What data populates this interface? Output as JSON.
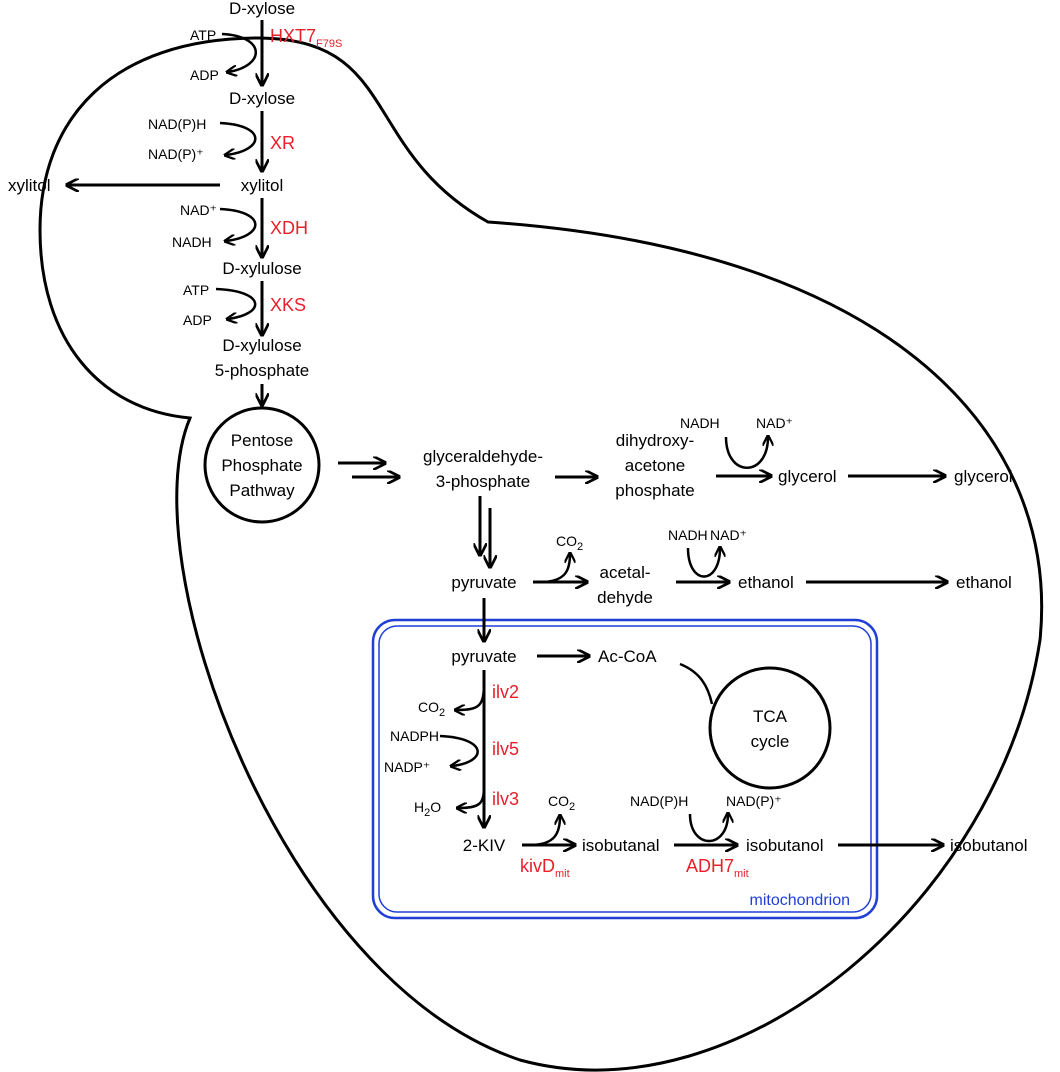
{
  "colors": {
    "enzyme": "#e8202a",
    "mitochondrion": "#1f3fd6",
    "ink": "#000000"
  },
  "metabolites": {
    "d_xylose_ext": "D-xylose",
    "d_xylose": "D-xylose",
    "xylitol": "xylitol",
    "xylitol_ext": "xylitol",
    "d_xylulose": "D-xylulose",
    "d_xylulose_5p_line1": "D-xylulose",
    "d_xylulose_5p_line2": "5-phosphate",
    "ppp_line1": "Pentose",
    "ppp_line2": "Phosphate",
    "ppp_line3": "Pathway",
    "g3p_line1": "glyceraldehyde-",
    "g3p_line2": "3-phosphate",
    "dhap_line1": "dihydroxy-",
    "dhap_line2": "acetone",
    "dhap_line3": "phosphate",
    "glycerol": "glycerol",
    "glycerol_ext": "glycerol",
    "pyruvate": "pyruvate",
    "acetaldehyde_line1": "acetal-",
    "acetaldehyde_line2": "dehyde",
    "ethanol": "ethanol",
    "ethanol_ext": "ethanol",
    "pyruvate_mito": "pyruvate",
    "ac_coa": "Ac-CoA",
    "tca_line1": "TCA",
    "tca_line2": "cycle",
    "kiv": "2-KIV",
    "isobutanal": "isobutanal",
    "isobutanol": "isobutanol",
    "isobutanol_ext": "isobutanol"
  },
  "cofactors": {
    "atp1": "ATP",
    "adp1": "ADP",
    "nadph_xr": "NAD(P)H",
    "nadp_xr": "NAD(P)⁺",
    "nad_xdh": "NAD⁺",
    "nadh_xdh": "NADH",
    "atp2": "ATP",
    "adp2": "ADP",
    "nadh_gly": "NADH",
    "nad_gly": "NAD⁺",
    "co2_pdc": "CO",
    "co2_pdc_sub": "2",
    "nadh_eth": "NADH",
    "nad_eth": "NAD⁺",
    "co2_ilv2": "CO",
    "co2_ilv2_sub": "2",
    "nadph_ilv5": "NADPH",
    "nadp_ilv5": "NADP⁺",
    "h2o": "H",
    "h2o_sub": "2",
    "h2o_end": "O",
    "co2_kivd": "CO",
    "co2_kivd_sub": "2",
    "nadph_adh": "NAD(P)H",
    "nadp_adh": "NAD(P)⁺"
  },
  "enzymes": {
    "hxt7": "HXT7",
    "hxt7_sub": "F79S",
    "xr": "XR",
    "xdh": "XDH",
    "xks": "XKS",
    "ilv2": "ilv2",
    "ilv5": "ilv5",
    "ilv3": "ilv3",
    "kivd": "kivD",
    "kivd_sub": "mit",
    "adh7": "ADH7",
    "adh7_sub": "mit"
  },
  "compartments": {
    "mitochondrion": "mitochondrion"
  }
}
